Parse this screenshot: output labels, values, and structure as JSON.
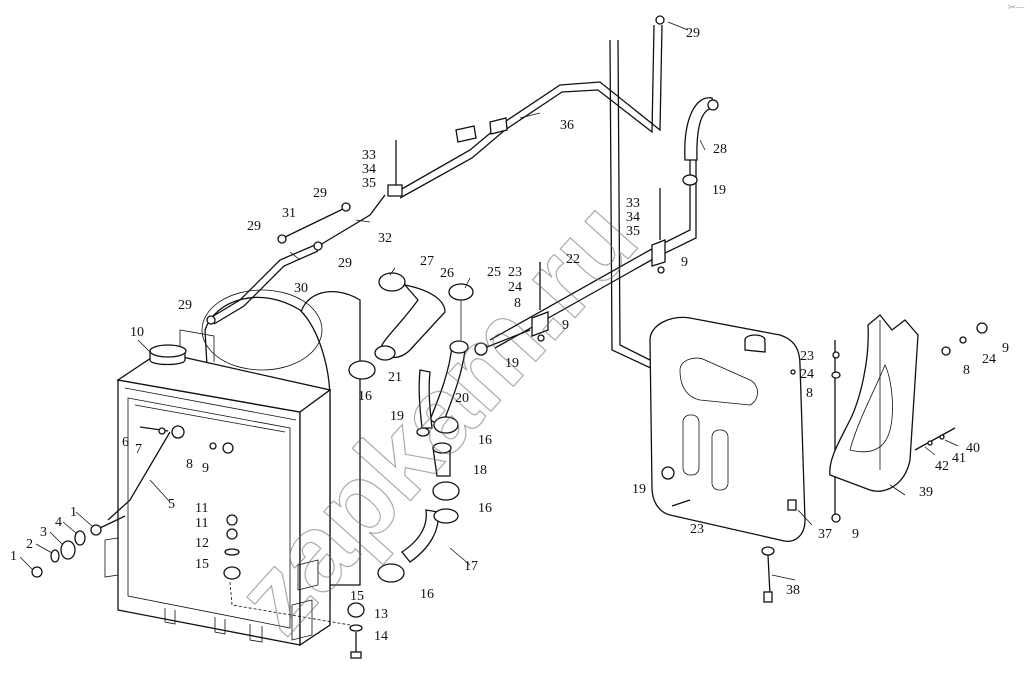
{
  "watermark": {
    "text": "zapkam.ru"
  },
  "corner_mark": "✂—",
  "callouts": {
    "c1a": "1",
    "c1b": "1",
    "c2": "2",
    "c3": "3",
    "c4": "4",
    "c5": "5",
    "c6": "6",
    "c7": "7",
    "c8a": "8",
    "c8b": "8",
    "c8c": "8",
    "c8d": "8",
    "c9a": "9",
    "c9b": "9",
    "c9c": "9",
    "c9d": "9",
    "c9e": "9",
    "c10": "10",
    "c11a": "11",
    "c11b": "11",
    "c12": "12",
    "c13": "13",
    "c14": "14",
    "c15a": "15",
    "c15b": "15",
    "c16a": "16",
    "c16b": "16",
    "c16c": "16",
    "c16d": "16",
    "c17": "17",
    "c18": "18",
    "c19a": "19",
    "c19b": "19",
    "c19c": "19",
    "c19d": "19",
    "c20": "20",
    "c21": "21",
    "c22": "22",
    "c23a": "23",
    "c23b": "23",
    "c23c": "23",
    "c24a": "24",
    "c24b": "24",
    "c24c": "24",
    "c25": "25",
    "c26": "26",
    "c27": "27",
    "c28": "28",
    "c29a": "29",
    "c29b": "29",
    "c29c": "29",
    "c29d": "29",
    "c29e": "29",
    "c30": "30",
    "c31": "31",
    "c32": "32",
    "c33a": "33",
    "c33b": "33",
    "c34a": "34",
    "c34b": "34",
    "c35a": "35",
    "c35b": "35",
    "c36": "36",
    "c37": "37",
    "c38": "38",
    "c39": "39",
    "c40": "40",
    "c41": "41",
    "c42": "42"
  }
}
